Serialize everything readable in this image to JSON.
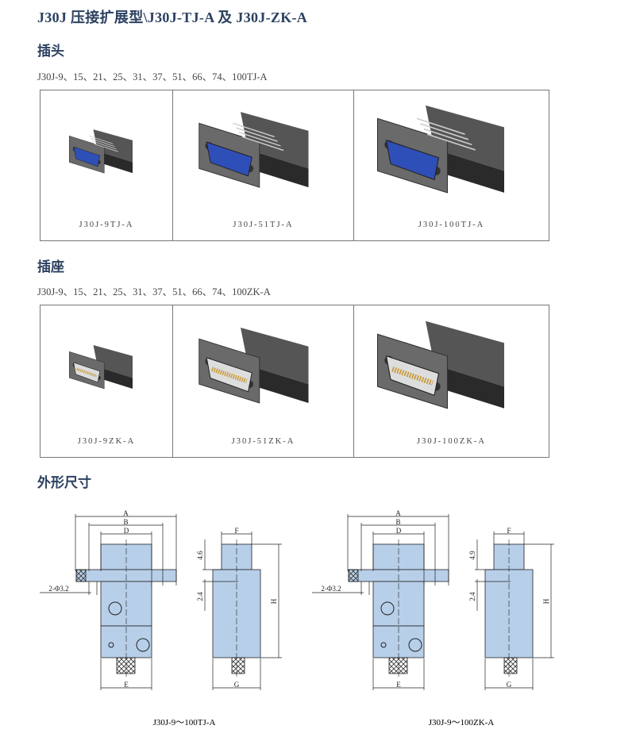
{
  "title": "J30J 压接扩展型\\J30J-TJ-A 及 J30J-ZK-A",
  "plug": {
    "heading": "插头",
    "models": "J30J-9、15、21、25、31、37、51、66、74、100TJ-A",
    "items": [
      {
        "caption": "J30J-9TJ-A"
      },
      {
        "caption": "J30J-51TJ-A"
      },
      {
        "caption": "J30J-100TJ-A"
      }
    ]
  },
  "socket": {
    "heading": "插座",
    "models": "J30J-9、15、21、25、31、37、51、66、74、100ZK-A",
    "items": [
      {
        "caption": "J30J-9ZK-A"
      },
      {
        "caption": "J30J-51ZK-A"
      },
      {
        "caption": "J30J-100ZK-A"
      }
    ]
  },
  "dimensions": {
    "heading": "外形尺寸",
    "drawings": [
      {
        "caption": "J30J-9～100TJ-A",
        "labels": {
          "A": "A",
          "B": "B",
          "D": "D",
          "E": "E",
          "F": "F",
          "G": "G",
          "H": "H",
          "hole": "2-Φ3.2",
          "top": "4.6",
          "mid": "2.4"
        }
      },
      {
        "caption": "J30J-9～100ZK-A",
        "labels": {
          "A": "A",
          "B": "B",
          "D": "D",
          "E": "E",
          "F": "F",
          "G": "G",
          "H": "H",
          "hole": "2-Φ3.2",
          "top": "4.9",
          "mid": "2.4"
        }
      }
    ]
  },
  "colors": {
    "title": "#2c4160",
    "drawing_fill": "#b8cfe9",
    "plug_insert": "#2f4fb8",
    "socket_contacts": "#c8962e"
  }
}
